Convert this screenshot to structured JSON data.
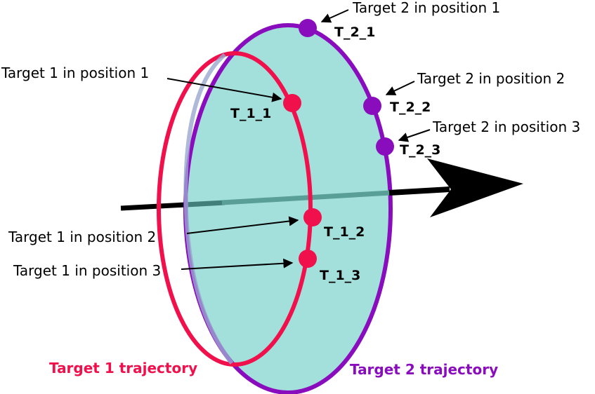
{
  "colors": {
    "target1": "#f0104c",
    "target2": "#8a0dbd",
    "disc_fill": "#6bcdc7",
    "axis": "#000000"
  },
  "labels": {
    "t2_p1": "Target 2 in position 1",
    "t2_p2": "Target 2 in position 2",
    "t2_p3": "Target 2 in position 3",
    "t1_p1": "Target 1 in position 1",
    "t1_p2": "Target 1 in position 2",
    "t1_p3": "Target 1 in position 3"
  },
  "tags": {
    "T_2_1": "T_2_1",
    "T_2_2": "T_2_2",
    "T_2_3": "T_2_3",
    "T_1_1": "T_1_1",
    "T_1_2": "T_1_2",
    "T_1_3": "T_1_3"
  },
  "legend": {
    "target1": "Target 1 trajectory",
    "target2": "Target 2 trajectory"
  }
}
